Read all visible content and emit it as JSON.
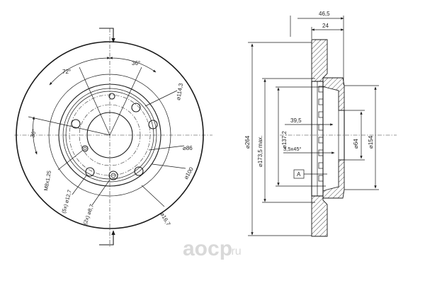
{
  "front_view": {
    "angle_72": "72°",
    "angle_36_top": "36°",
    "angle_36_left": "36°",
    "d_114_3": "⌀114,3",
    "d_86": "⌀86",
    "d_100": "⌀100",
    "d_16_7": "⌀16,7",
    "thread": "M8x1,25",
    "holes_5x": "(5x) ⌀12,7",
    "holes_2x": "(2x) ⌀8,7"
  },
  "side_view": {
    "w_46_5": "46,5",
    "w_24": "24",
    "d_264": "⌀264",
    "d_173_5": "⌀173,5 max.",
    "d_137_2": "⌀137,2",
    "d_39_5": "39,5",
    "chamfer": "3,5x45°",
    "datum": "A",
    "d_64": "⌀64",
    "d_154": "⌀154"
  },
  "watermark": {
    "brand": "aocp",
    "tld": ".ru"
  }
}
